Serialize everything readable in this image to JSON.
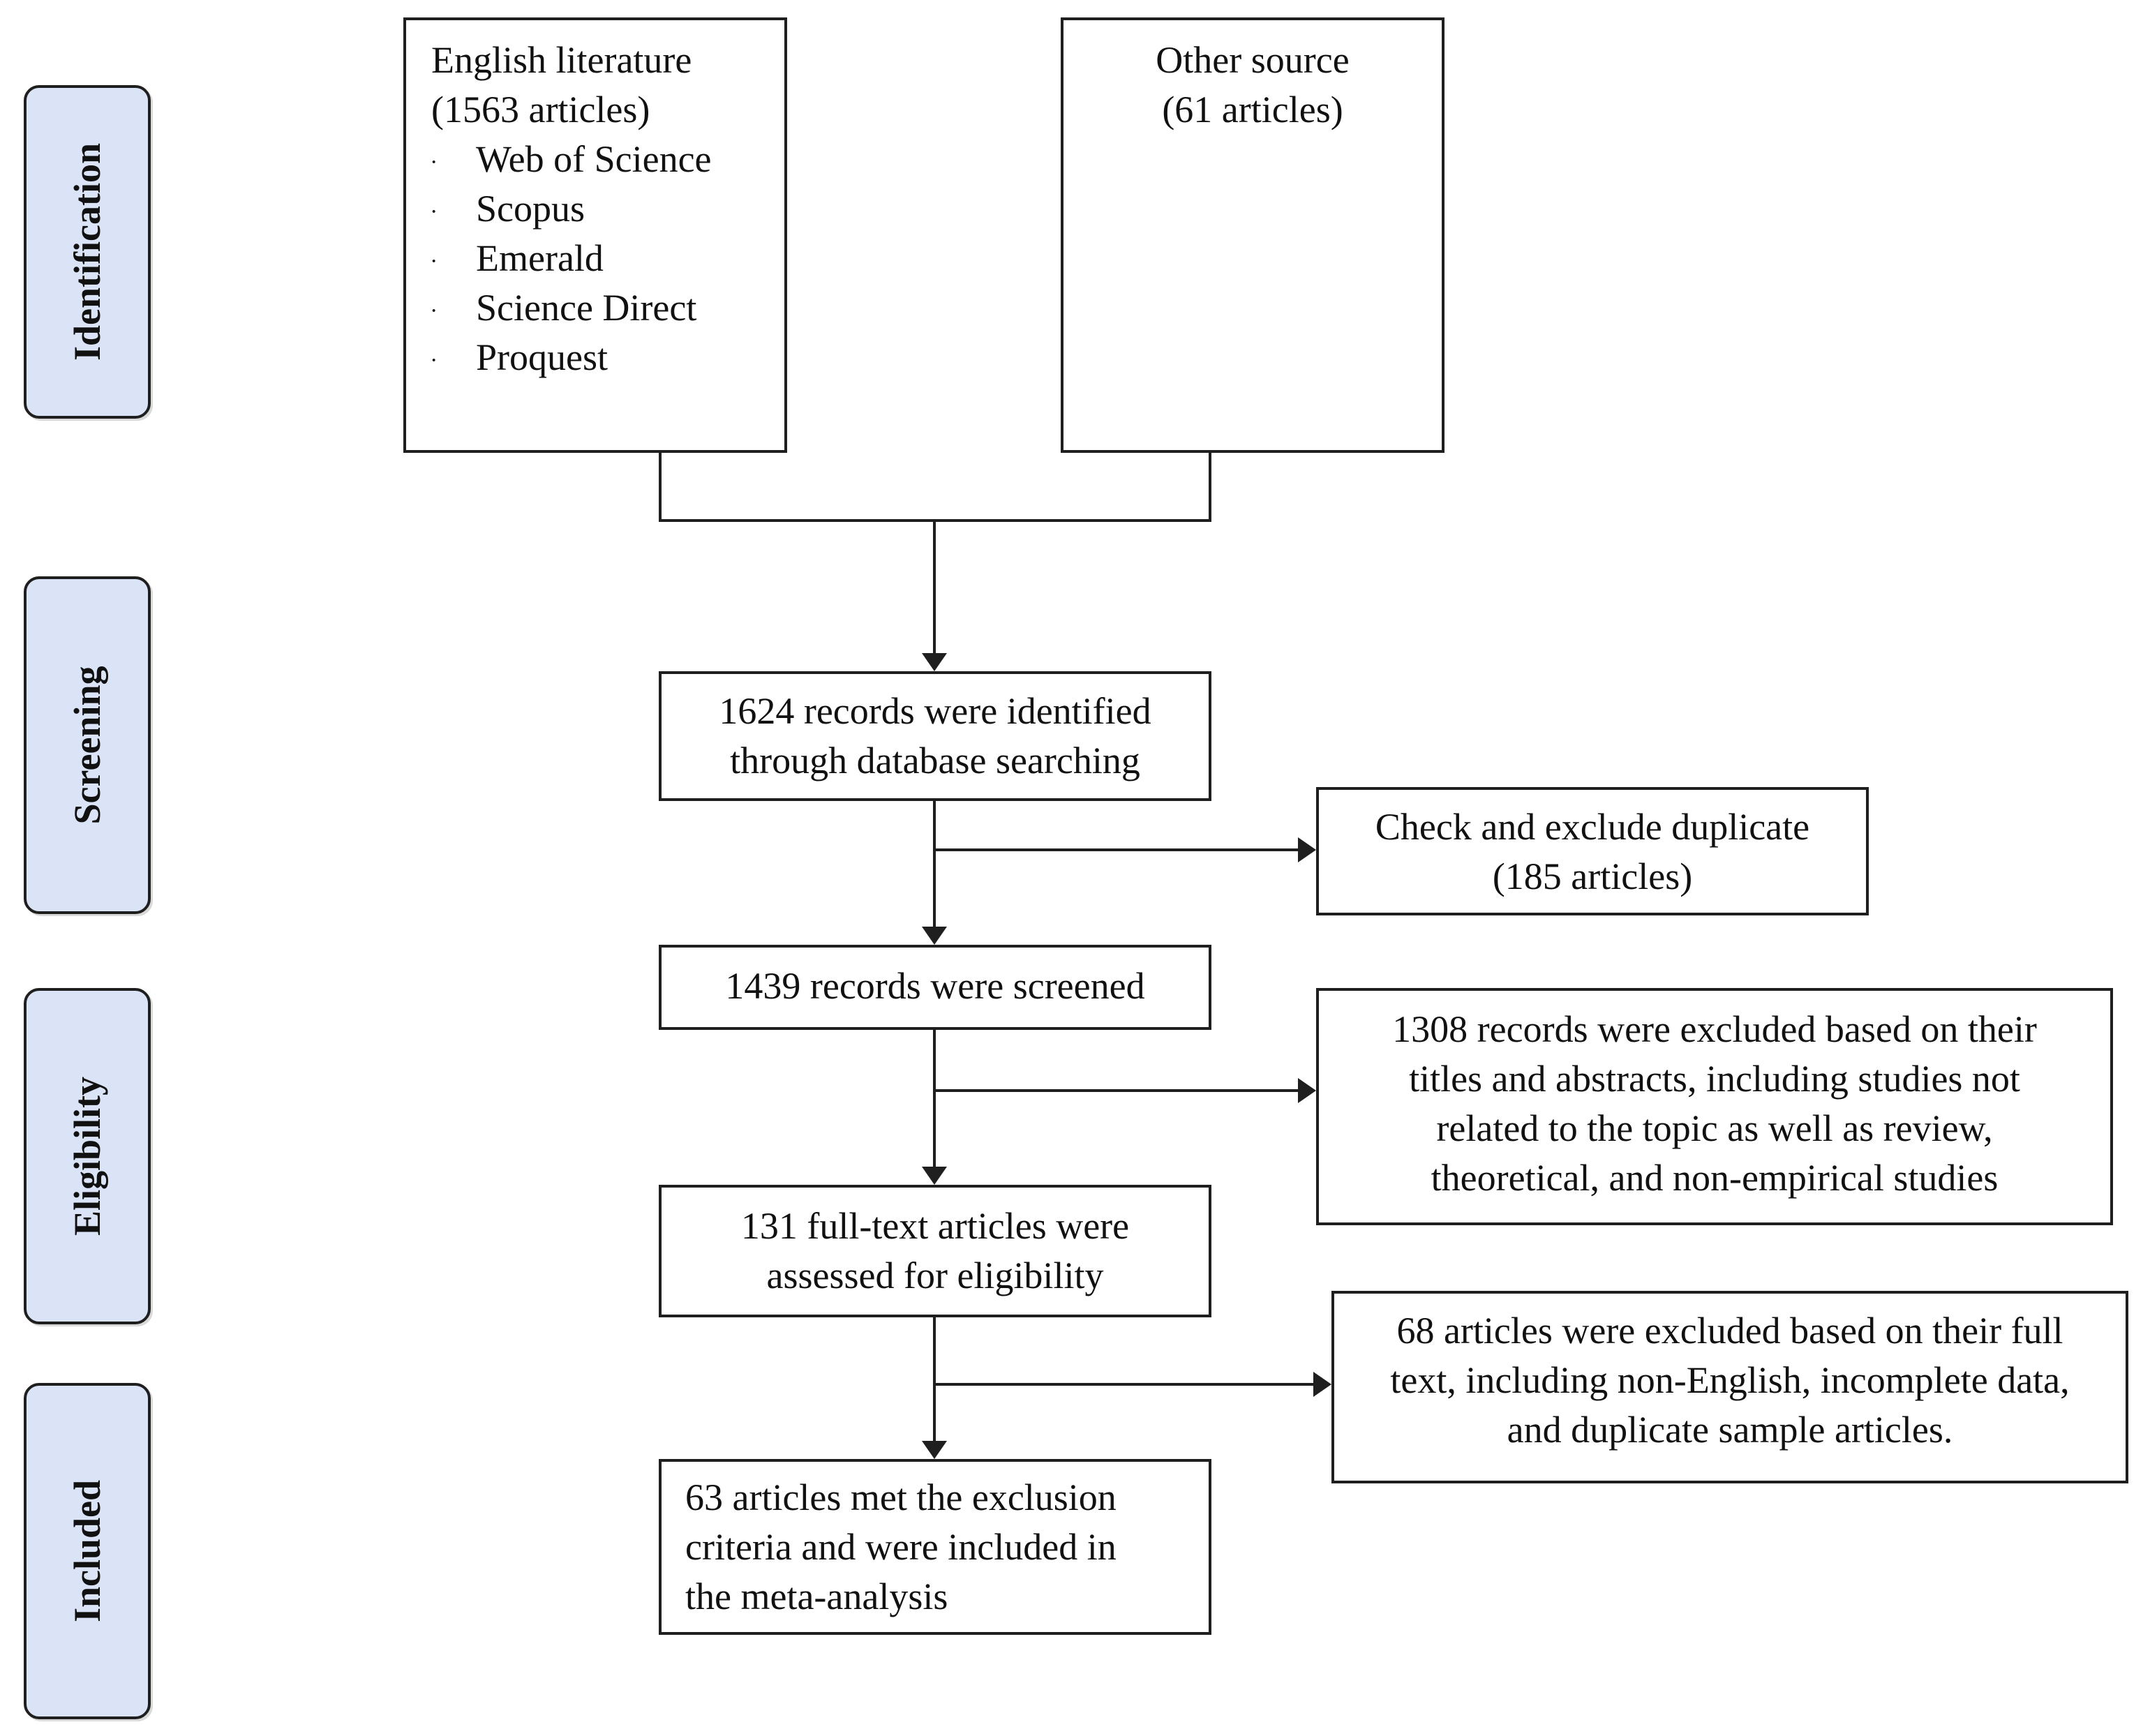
{
  "stages": [
    {
      "id": "identification",
      "label": "Identification"
    },
    {
      "id": "screening",
      "label": "Screening"
    },
    {
      "id": "eligibility",
      "label": "Eligibility"
    },
    {
      "id": "included",
      "label": "Included"
    }
  ],
  "boxes": {
    "english_literature": {
      "title": "English literature",
      "count": "(1563 articles)",
      "bullet": "·",
      "sources": [
        "Web of Science",
        "Scopus",
        "Emerald",
        "Science Direct",
        "Proquest"
      ]
    },
    "other_source": {
      "title": "Other source",
      "count": "(61 articles)"
    },
    "identified": {
      "lines": [
        "1624 records were identified",
        "through database searching"
      ]
    },
    "duplicates": {
      "lines": [
        "Check and exclude duplicate",
        "(185 articles)"
      ]
    },
    "screened": {
      "lines": [
        "1439 records were screened"
      ]
    },
    "excluded_titles": {
      "lines": [
        "1308 records were excluded based on their",
        "titles and abstracts, including studies not",
        "related to the topic as well as review,",
        "theoretical, and non-empirical studies"
      ]
    },
    "full_text": {
      "lines": [
        "131 full-text articles were",
        "assessed for eligibility"
      ]
    },
    "excluded_full_text": {
      "lines": [
        "68 articles were excluded based on their full",
        "text, including non-English, incomplete data,",
        "and duplicate sample articles."
      ]
    },
    "included": {
      "lines": [
        "63 articles met the exclusion",
        "criteria and were included in",
        "the meta-analysis"
      ]
    }
  }
}
